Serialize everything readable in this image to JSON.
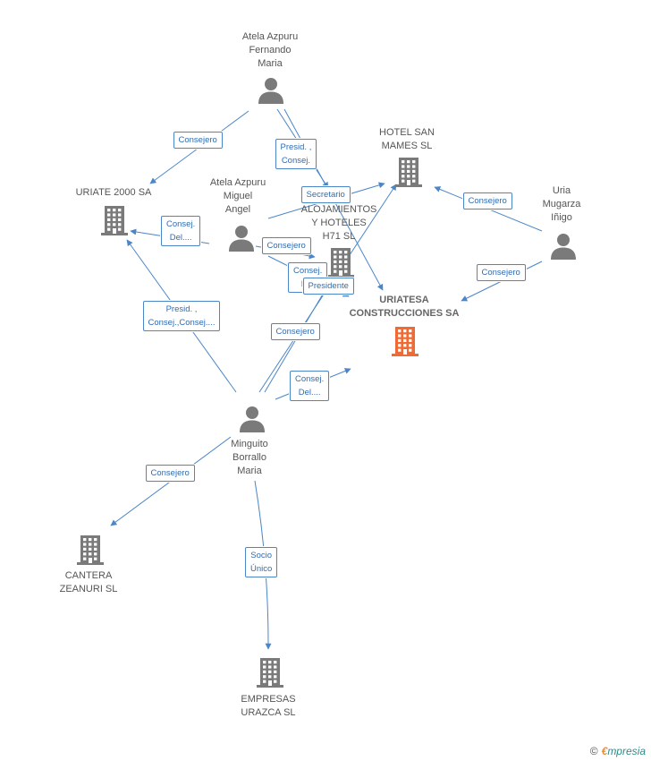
{
  "colors": {
    "edge": "#4a86c8",
    "person": "#7a7a7a",
    "company": "#7a7a7a",
    "focus": "#f06a35"
  },
  "nodes": [
    {
      "id": "fernando",
      "label": "Atela Azpuru\nFernando\nMaria",
      "kind": "person"
    },
    {
      "id": "hotel",
      "label": "HOTEL SAN\nMAMES  SL",
      "kind": "company"
    },
    {
      "id": "uriate",
      "label": "URIATE 2000 SA",
      "kind": "company"
    },
    {
      "id": "miguel",
      "label": "Atela Azpuru\nMiguel\nAngel",
      "kind": "person"
    },
    {
      "id": "alojamientos",
      "label": "ALOJAMIENTOS\nY HOTELES\nH71 SL",
      "kind": "company"
    },
    {
      "id": "uria",
      "label": "Uria\nMugarza\nIñigo",
      "kind": "person"
    },
    {
      "id": "uriatesa",
      "label": "URIATESA\nCONSTRUCCIONES SA",
      "kind": "focus"
    },
    {
      "id": "minguito",
      "label": "Minguito\nBorrallo\nMaria",
      "kind": "person"
    },
    {
      "id": "cantera",
      "label": "CANTERA\nZEANURI SL",
      "kind": "company"
    },
    {
      "id": "empresas",
      "label": "EMPRESAS\nURAZCA SL",
      "kind": "company"
    }
  ],
  "edges": [
    {
      "from": "fernando",
      "to": "uriate",
      "label": "Consejero"
    },
    {
      "from": "fernando",
      "to": "alojamientos",
      "label": "Presid. ,\nConsej."
    },
    {
      "from": "fernando",
      "to": "uriatesa",
      "label": "Secretario"
    },
    {
      "from": "miguel",
      "to": "uriate",
      "label": "Consej.\nDel...."
    },
    {
      "from": "miguel",
      "to": "hotel",
      "label": ""
    },
    {
      "from": "miguel",
      "to": "alojamientos",
      "label": "Consejero"
    },
    {
      "from": "miguel",
      "to": "uriatesa",
      "label": "Consej.\nD..."
    },
    {
      "from": "uria",
      "to": "hotel",
      "label": "Consejero"
    },
    {
      "from": "uria",
      "to": "uriatesa",
      "label": "Consejero"
    },
    {
      "from": "minguito",
      "to": "uriate",
      "label": "Presid. ,\nConsej.,Consej...."
    },
    {
      "from": "minguito",
      "to": "hotel",
      "label": "Presidente"
    },
    {
      "from": "minguito",
      "to": "alojamientos",
      "label": "Consejero"
    },
    {
      "from": "minguito",
      "to": "uriatesa",
      "label": "Consej.\nDel...."
    },
    {
      "from": "minguito",
      "to": "cantera",
      "label": "Consejero"
    },
    {
      "from": "minguito",
      "to": "empresas",
      "label": "Socio\nÚnico"
    }
  ],
  "credit": {
    "symbol": "©",
    "brand_initial": "€",
    "brand_rest": "mpresia"
  }
}
